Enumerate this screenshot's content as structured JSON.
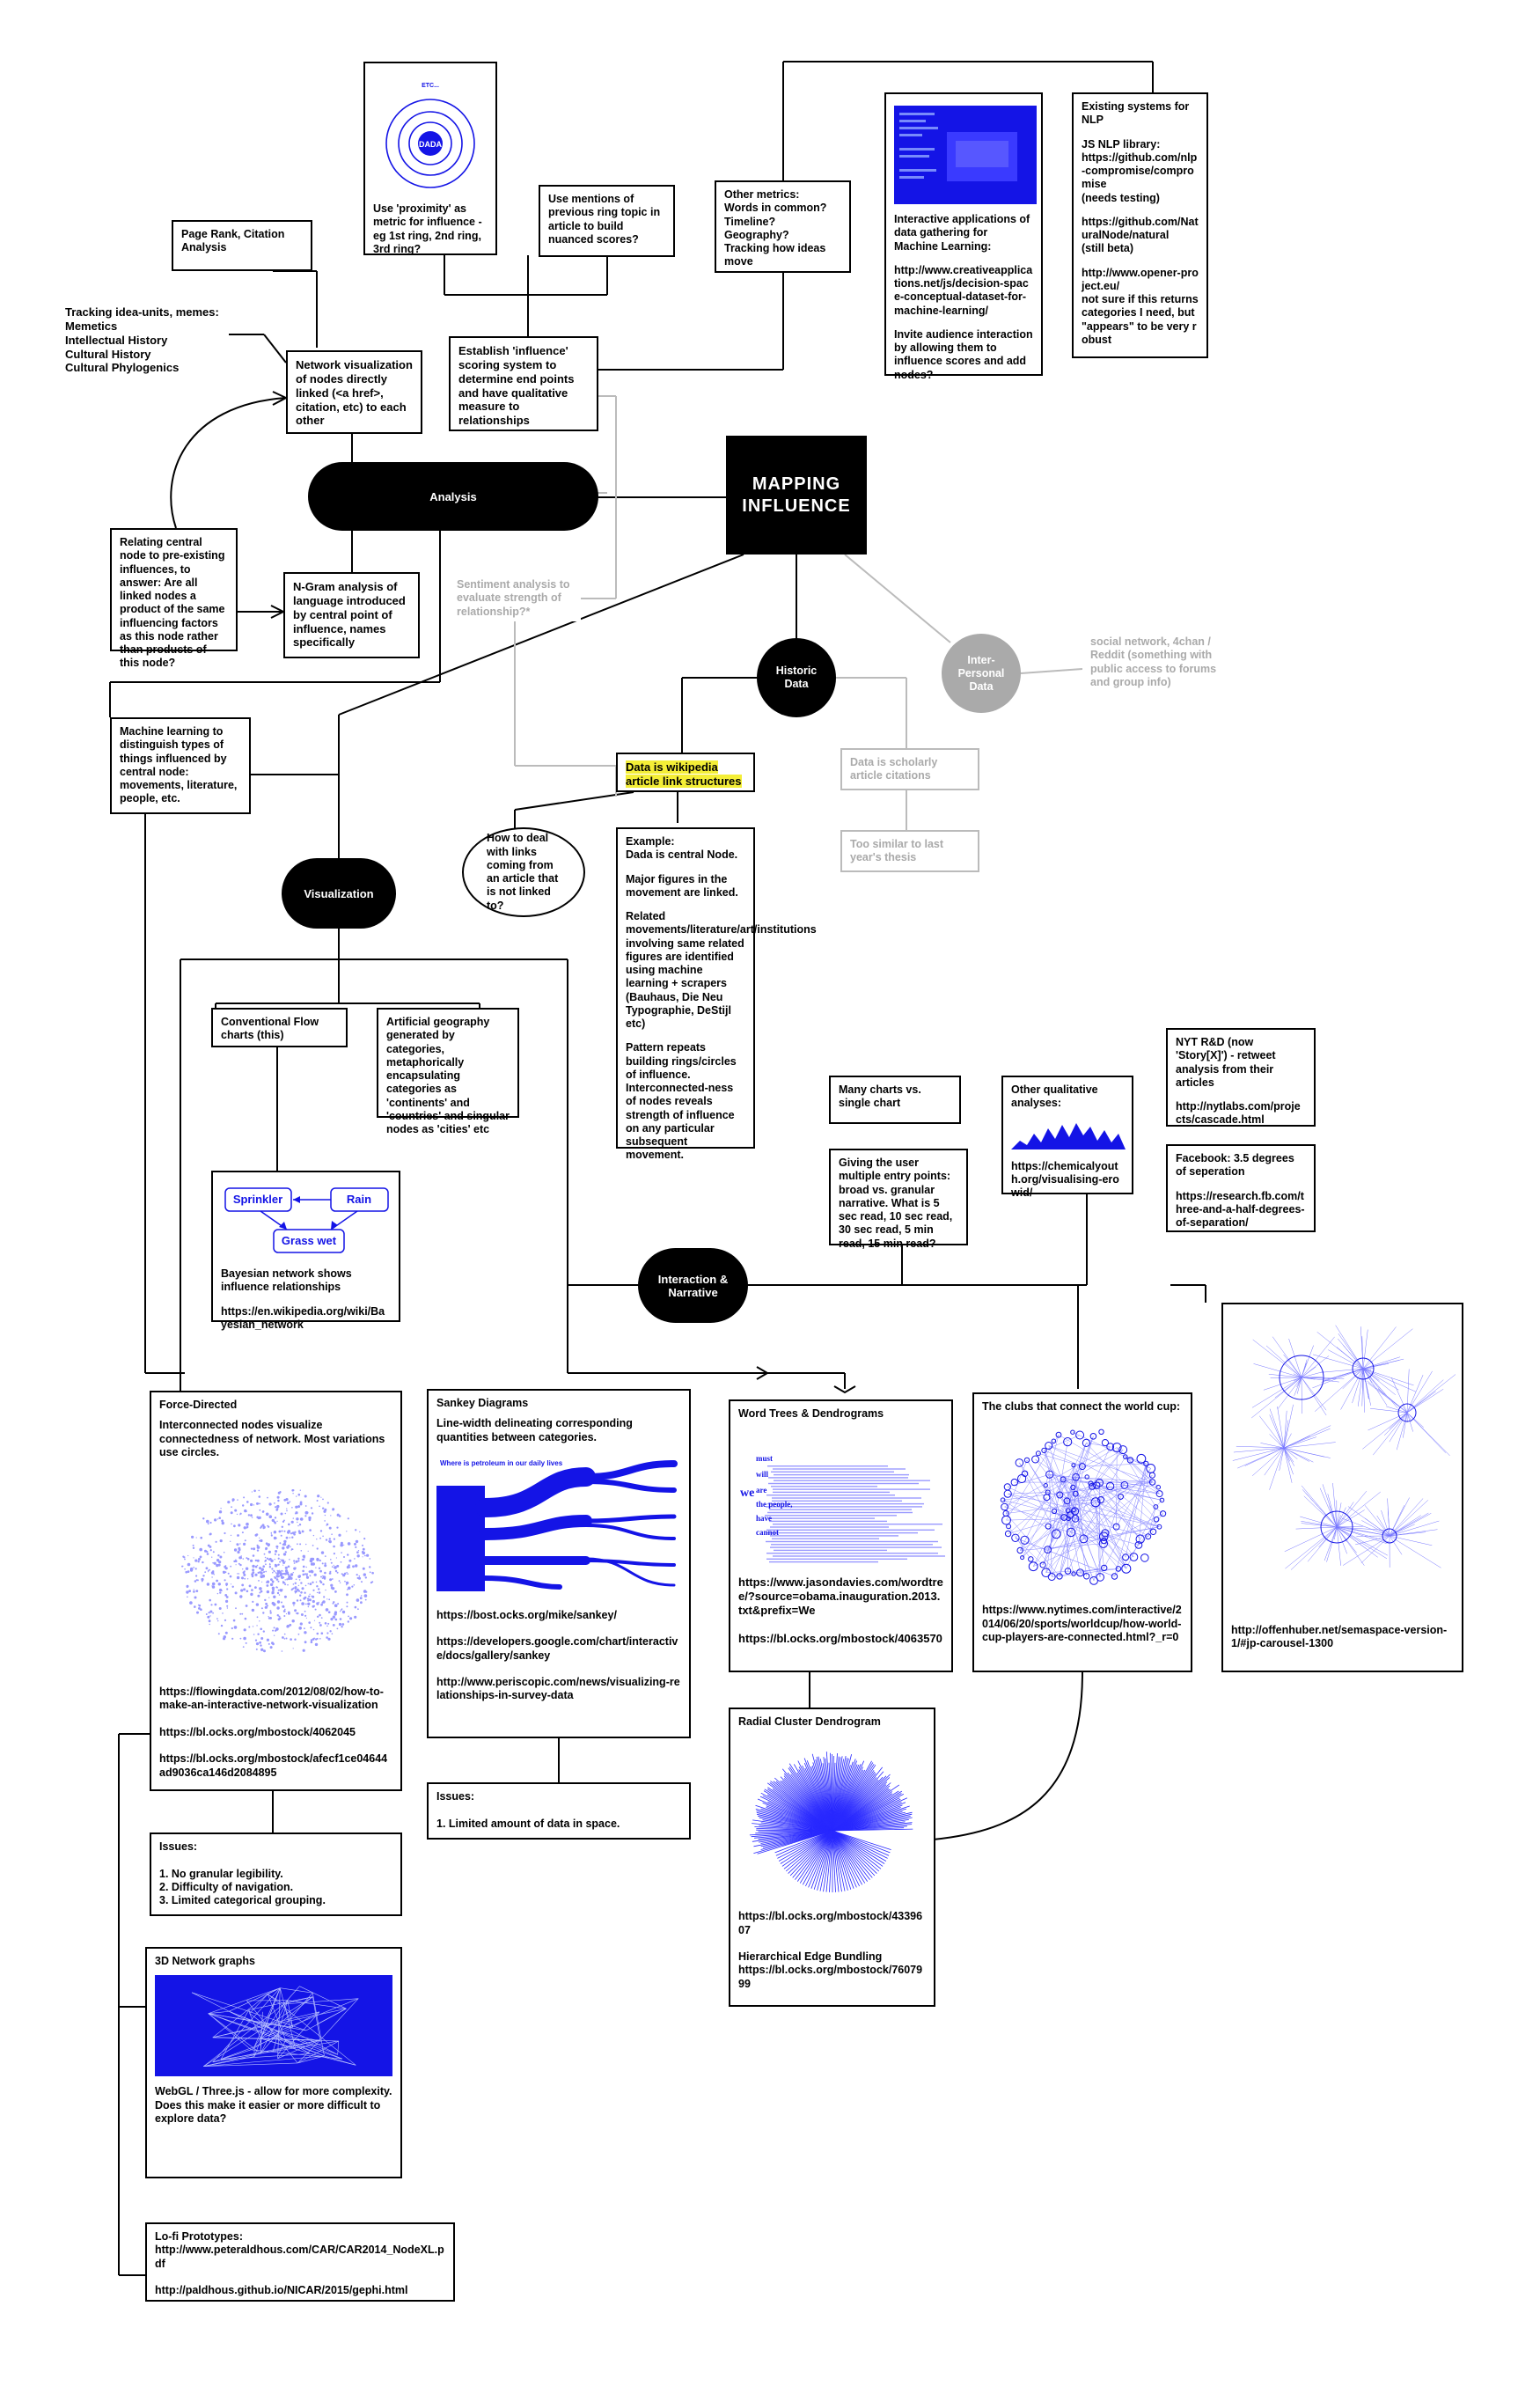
{
  "main_title": "MAPPING\nINFLUENCE",
  "hubs": {
    "analysis": "Analysis",
    "historic": "Historic\nData",
    "interpersonal": "Inter-\nPersonal\nData",
    "visualization": "Visualization",
    "interaction": "Interaction &\nNarrative"
  },
  "notes": {
    "dada_ring": "Use 'proximity' as metric for influence - eg 1st ring, 2nd ring, 3rd ring?",
    "dada_center": "DADA",
    "dada_etc": "ETC...",
    "mentions": "Use mentions of previous ring topic in article to build nuanced scores?",
    "pagerank": "Page Rank, Citation Analysis",
    "tracking": "Tracking idea-units, memes:\nMemetics\nIntellectual History\nCultural History\nCultural Phylogenics",
    "network_vis": "Network visualization of nodes directly linked (<a href>, citation, etc) to each other",
    "establish": "Establish 'influence' scoring system to determine end points and have qualitative measure to relationships",
    "other_metrics": "Other metrics:\nWords in common?\nTimeline?\nGeography?\nTracking how ideas move",
    "ml_apps": "Interactive applications of data gathering for Machine Learning:",
    "ml_apps_url": "http://www.creativeapplications.net/js/decision-space-conceptual-dataset-for-machine-learning/",
    "ml_apps_invite": "Invite audience interaction by allowing them to influence scores and add nodes?",
    "nlp_title": "Existing systems for NLP",
    "nlp_js": "JS NLP library:\nhttps://github.com/nlp-compromise/compromise\n(needs testing)",
    "nlp_natural": "https://github.com/NaturalNode/natural\n(still beta)",
    "nlp_opener": "http://www.opener-project.eu/\nnot sure if this returns categories I need, but \"appears\" to be very robust",
    "relating": "Relating central node to pre-existing influences, to answer: Are all linked nodes a product of the same influencing factors as this node rather than products of this node?",
    "ngram": "N-Gram analysis of language introduced by central point of influence, names specifically",
    "sentiment": "Sentiment analysis to evaluate strength of relationship?*",
    "ml_distinguish": "Machine learning to distinguish types of things influenced by central node: movements, literature, people, etc.",
    "wikipedia": "Data is wikipedia article link structures",
    "scholarly": "Data is scholarly article citations",
    "too_similar": "Too similar to last year's thesis",
    "social": "social network, 4chan / Reddit (something with public access to forums and group info)",
    "how_deal": "How to deal with links coming from an article that is not linked to?",
    "example_1": "Example:\nDada is central Node.",
    "example_2": "Major figures in the movement are linked.",
    "example_3": "Related movements/literature/art/institutions involving same related figures are identified using machine learning + scrapers (Bauhaus, Die Neu Typographie, DeStijl etc)",
    "example_4": "Pattern repeats building rings/circles of influence. Interconnected-ness of nodes reveals strength of influence on any particular subsequent movement.",
    "flow_charts": "Conventional Flow charts (this)",
    "artificial_geo": "Artificial geography generated by categories, metaphorically encapsulating categories as 'continents' and 'countries' and singular nodes as 'cities' etc",
    "bayes_text": "Bayesian network shows influence relationships",
    "bayes_url": "https://en.wikipedia.org/wiki/Bayesian_network",
    "bayes_sprinkler": "Sprinkler",
    "bayes_rain": "Rain",
    "bayes_grass": "Grass wet",
    "many_charts": "Many charts vs. single chart",
    "entry_points": "Giving the user multiple entry points: broad vs. granular narrative. What is 5 sec read, 10 sec read, 30 sec read, 5 min read, 15 min read?",
    "qual_title": "Other qualitative analyses:",
    "qual_url": "https://chemicalyouth.org/visualising-erowid/",
    "nyt_rd": "NYT R&D (now 'Story[X]') - retweet analysis from their articles",
    "nyt_rd_url": "http://nytlabs.com/projects/cascade.html",
    "facebook": "Facebook: 3.5 degrees of seperation",
    "facebook_url": "https://research.fb.com/three-and-a-half-degrees-of-separation/"
  },
  "cards": {
    "force_title": "Force-Directed",
    "force_desc": "Interconnected nodes visualize connectedness of network. Most variations use circles.",
    "force_links": "https://flowingdata.com/2012/08/02/how-to-make-an-interactive-network-visualization\n\nhttps://bl.ocks.org/mbostock/4062045\n\nhttps://bl.ocks.org/mbostock/afecf1ce04644ad9036ca146d2084895",
    "force_issues": "Issues:\n\n1. No granular legibility.\n2. Difficulty of navigation.\n3. Limited categorical grouping.",
    "sankey_title": "Sankey Diagrams",
    "sankey_desc": "Line-width delineating corresponding quantities between categories.",
    "sankey_links": "https://bost.ocks.org/mike/sankey/\n\nhttps://developers.google.com/chart/interactive/docs/gallery/sankey\n\nhttp://www.periscopic.com/news/visualizing-relationships-in-survey-data",
    "sankey_inset": "Where is petroleum in our daily lives",
    "sankey_issues": "Issues:\n\n1. Limited amount of data in space.",
    "word_title": "Word Trees & Dendrograms",
    "word_links": "https://www.jasondavies.com/wordtree/?source=obama.inauguration.2013.txt&prefix=We\n\nhttps://bl.ocks.org/mbostock/4063570",
    "word_tree_words": [
      "we",
      "must",
      "will",
      "are",
      "the people,",
      "have",
      "cannot"
    ],
    "radial_title": "Radial Cluster Dendrogram",
    "radial_links": "https://bl.ocks.org/mbostock/4339607\n\nHierarchical Edge Bundling\nhttps://bl.ocks.org/mbostock/7607999",
    "clubs_title": "The clubs that connect the world cup:",
    "clubs_url": "https://www.nytimes.com/interactive/2014/06/20/sports/worldcup/how-world-cup-players-are-connected.html?_r=0",
    "semaspace_url": "http://offenhuber.net/semaspace-version-1/#jp-carousel-1300",
    "net3d_title": "3D Network graphs",
    "net3d_desc": "WebGL / Three.js - allow for more complexity. Does this make it easier or more difficult to explore data?",
    "lofi": "Lo-fi Prototypes:\nhttp://www.peteraldhous.com/CAR/CAR2014_NodeXL.pdf\n\nhttp://paldhous.github.io/NICAR/2015/gephi.html"
  },
  "colors": {
    "accent_blue": "#1414e6",
    "gray": "#bbbbbb",
    "highlight": "#f4ee37"
  }
}
